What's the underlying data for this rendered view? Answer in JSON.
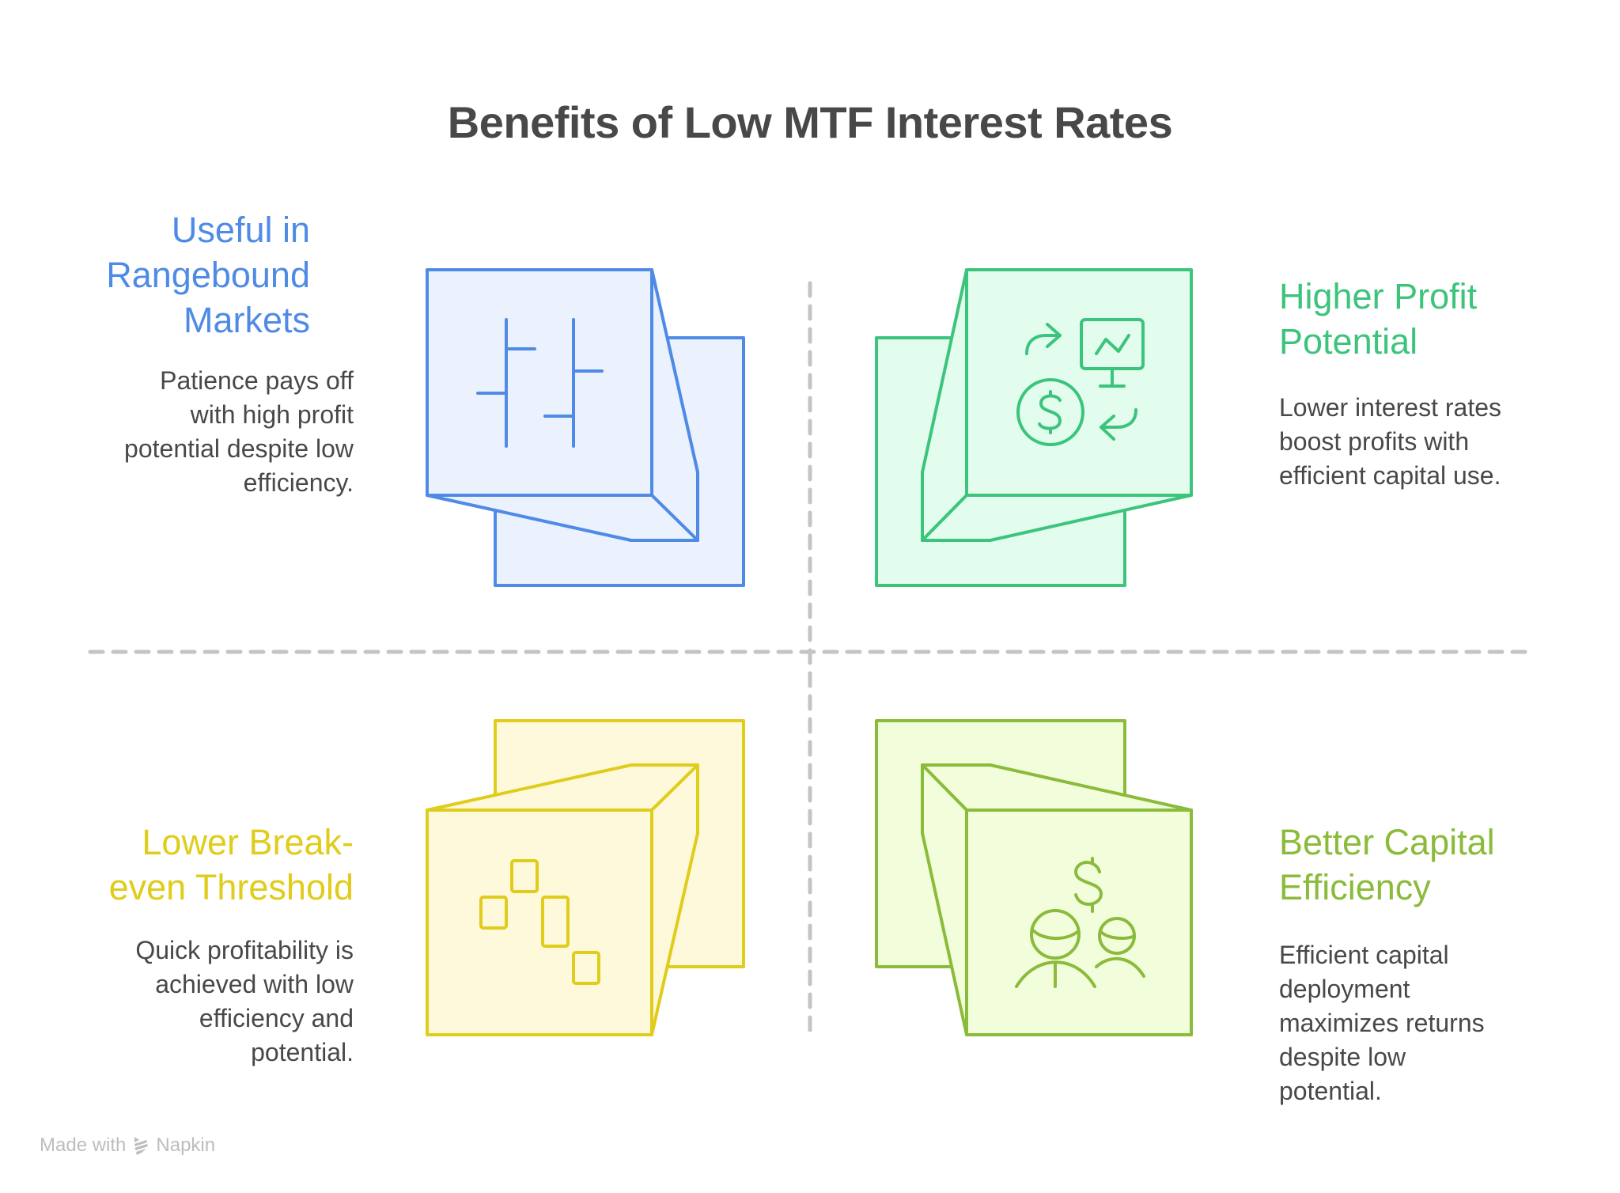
{
  "title": "Benefits of Low MTF Interest Rates",
  "colors": {
    "title": "#484848",
    "body_text": "#484848",
    "divider": "#C4C4C4",
    "footer": "#BDBDBD"
  },
  "quadrants": [
    {
      "position": "top-left",
      "heading_lines": [
        "Useful in",
        "Rangebound",
        "Markets"
      ],
      "description_lines": [
        "Patience pays off",
        "with high profit",
        "potential despite low",
        "efficiency."
      ],
      "icon": "range-bars-icon",
      "stroke": "#4F8BE6",
      "fill": "#EBF2FE"
    },
    {
      "position": "top-right",
      "heading_lines": [
        "Higher Profit",
        "Potential"
      ],
      "description_lines": [
        "Lower interest rates",
        "boost profits with",
        "efficient capital use."
      ],
      "icon": "money-cycle-chart-icon",
      "stroke": "#3CC47C",
      "fill": "#E2FDEE"
    },
    {
      "position": "bottom-left",
      "heading_lines": [
        "Lower Break-",
        "even Threshold"
      ],
      "description_lines": [
        "Quick profitability is",
        "achieved with low",
        "efficiency and",
        "potential."
      ],
      "icon": "scattered-blocks-icon",
      "stroke": "#E0CC1A",
      "fill": "#FEF9DA"
    },
    {
      "position": "bottom-right",
      "heading_lines": [
        "Better Capital",
        "Efficiency"
      ],
      "description_lines": [
        "Efficient capital",
        "deployment",
        "maximizes returns",
        "despite low",
        "potential."
      ],
      "icon": "people-dollar-icon",
      "stroke": "#8BBB3A",
      "fill": "#F2FDDC"
    }
  ],
  "footer": {
    "made_with": "Made with",
    "brand": "Napkin",
    "icon": "napkin-logo-icon"
  }
}
